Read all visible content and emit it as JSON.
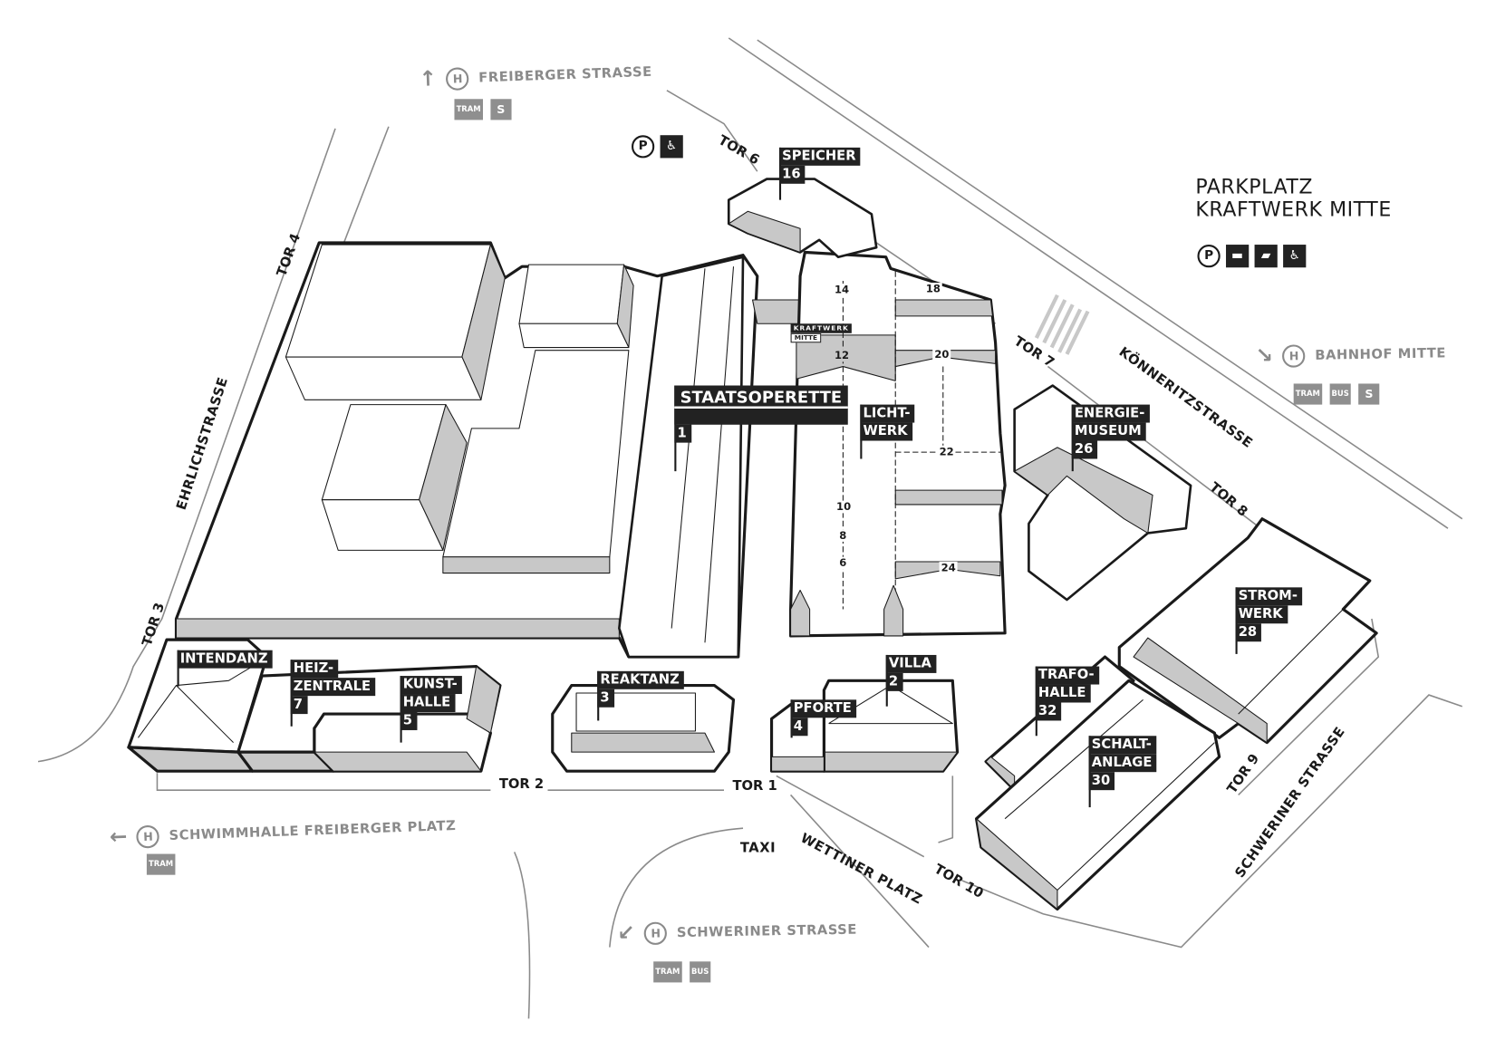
{
  "title": {
    "line1": "PARKPLATZ",
    "line2": "KRAFTWERK MITTE"
  },
  "parking_icons": [
    "parking-icon",
    "bus-icon",
    "car-icon",
    "wheelchair-icon"
  ],
  "colors": {
    "building_top": "#ffffff",
    "building_side": "#c8c8c8",
    "outline": "#1a1a1a",
    "road": "#8a8a8a",
    "label_bg": "#222222"
  },
  "gates": {
    "tor1": "TOR 1",
    "tor2": "TOR 2",
    "tor3": "TOR 3",
    "tor4": "TOR 4",
    "tor6": "TOR 6",
    "tor7": "TOR 7",
    "tor8": "TOR 8",
    "tor9": "TOR 9",
    "tor10": "TOR 10"
  },
  "streets": {
    "ehrlich": "EHRLICHSTRASSE",
    "koenneritz": "KÖNNERITZSTRASSE",
    "schweriner": "SCHWERINER STRASSE",
    "wettiner": "WETTINER PLATZ",
    "taxi": "TAXI"
  },
  "stops": [
    {
      "name": "FREIBERGER STRASSE",
      "symbol": "H",
      "modes": [
        "TRAM",
        "S"
      ]
    },
    {
      "name": "BAHNHOF MITTE",
      "symbol": "H",
      "modes": [
        "TRAM",
        "BUS",
        "S"
      ]
    },
    {
      "name": "SCHWIMMHALLE FREIBERGER PLATZ",
      "symbol": "H",
      "modes": [
        "TRAM"
      ]
    },
    {
      "name": "SCHWERINER STRASSE",
      "symbol": "H",
      "modes": [
        "TRAM",
        "BUS"
      ]
    }
  ],
  "top_parking": {
    "p": "P",
    "wheelchair": "♿"
  },
  "buildings": {
    "speicher": [
      "SPEICHER",
      "16"
    ],
    "staatsoperette": [
      "STAATSOPERETTE",
      "1"
    ],
    "kraftwerk_logo": [
      "KRAFTWERK",
      "MITTE"
    ],
    "lichtwerk": [
      "LICHT-",
      "WERK"
    ],
    "energiemuseum": [
      "ENERGIE-",
      "MUSEUM",
      "26"
    ],
    "stromwerk": [
      "STROM-",
      "WERK",
      "28"
    ],
    "trafohalle": [
      "TRAFO-",
      "HALLE",
      "32"
    ],
    "schaltanlage": [
      "SCHALT-",
      "ANLAGE",
      "30"
    ],
    "villa": [
      "VILLA",
      "2"
    ],
    "pforte": [
      "PFORTE",
      "4"
    ],
    "reaktanz": [
      "REAKTANZ",
      "3"
    ],
    "intendanz": [
      "INTENDANZ"
    ],
    "heizzentrale": [
      "HEIZ-",
      "ZENTRALE",
      "7"
    ],
    "kunsthalle": [
      "KUNST-",
      "HALLE",
      "5"
    ]
  },
  "rooms": {
    "r14": "14",
    "r18": "18",
    "r12": "12",
    "r20": "20",
    "r22": "22",
    "r10": "10",
    "r8": "8",
    "r6": "6",
    "r24": "24"
  }
}
